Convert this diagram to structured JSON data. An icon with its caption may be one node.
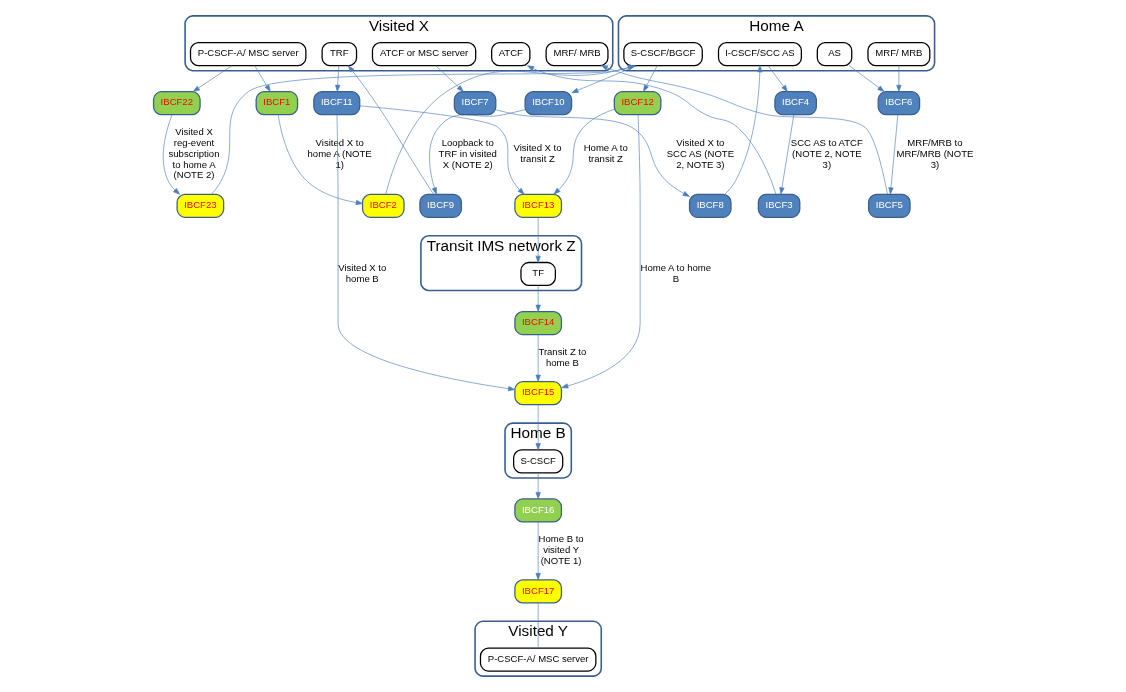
{
  "diagram": {
    "nodes": [
      {
        "text": [
          "Home A"
        ]
      },
      {
        "text": [
          "S-CSCF/BGCF"
        ],
        "in": 0
      },
      {
        "text": [
          "I-CSCF/SCC AS"
        ],
        "in": 0
      },
      {
        "text": [
          "AS"
        ],
        "in": 0
      },
      {
        "text": [
          "MRF/ MRB"
        ],
        "in": 0
      },
      {
        "text": [
          "IBCF23"
        ]
      },
      {
        "text": [
          "IBCF12"
        ]
      },
      {
        "text": [
          "IBCF2"
        ]
      },
      {
        "text": [
          "IBCF4"
        ]
      },
      {
        "text": [
          "IBCF8"
        ]
      },
      {
        "text": [
          "IBCF10"
        ]
      },
      {
        "text": [
          "IBCF6"
        ]
      },
      {
        "text": [
          "Visited X"
        ]
      },
      {
        "text": [
          "P-CSCF-A/ MSC server"
        ],
        "in": 12
      },
      {
        "text": [
          "ATCF"
        ],
        "in": 12
      },
      {
        "text": [
          "ATCF or MSC server"
        ],
        "in": 12
      },
      {
        "text": [
          "MRF/ MRB"
        ],
        "in": 12
      },
      {
        "text": [
          "TRF"
        ],
        "in": 12
      },
      {
        "text": [
          "IBCF22"
        ]
      },
      {
        "text": [
          "IBCF1"
        ]
      },
      {
        "text": [
          "IBCF3"
        ]
      },
      {
        "text": [
          "IBCF7"
        ]
      },
      {
        "text": [
          "IBCF9"
        ]
      },
      {
        "text": [
          "IBCF5"
        ]
      },
      {
        "text": [
          "IBCF11"
        ]
      },
      {
        "text": [
          "Transit IMS network Z"
        ]
      },
      {
        "text": [
          "TF"
        ],
        "in": 25
      },
      {
        "text": [
          "IBCF13"
        ]
      },
      {
        "text": [
          "IBCF14"
        ]
      },
      {
        "text": [
          "Home B"
        ]
      },
      {
        "text": [
          "S-CSCF"
        ],
        "in": 29
      },
      {
        "text": [
          "IBCF15"
        ]
      },
      {
        "text": [
          "IBCF16"
        ]
      },
      {
        "text": [
          "Visited Y"
        ]
      },
      {
        "text": [
          "P-CSCF-A/ MSC server"
        ],
        "in": 33
      },
      {
        "text": [
          "IBCF17"
        ]
      }
    ],
    "edges": [
      {
        "from": 5,
        "to": 1,
        "arrow": "to"
      },
      {
        "from": 7,
        "to": 1,
        "arrow": "to"
      },
      {
        "from": 1,
        "to": 6,
        "arrow": "to"
      },
      {
        "from": 1,
        "to": 10,
        "arrow": "to"
      },
      {
        "from": 2,
        "to": 8,
        "arrow": "to"
      },
      {
        "from": 9,
        "to": 2,
        "arrow": "to"
      },
      {
        "from": 3,
        "to": 11,
        "arrow": "to"
      },
      {
        "from": 4,
        "to": 11,
        "arrow": "to"
      },
      {
        "from": 6,
        "to": 27,
        "arrow": "to",
        "label": "Home A to transit Z"
      },
      {
        "from": 6,
        "to": 31,
        "arrow": "to",
        "label": "Home A to home B"
      },
      {
        "from": 18,
        "to": 5,
        "arrow": "to",
        "label": "Visited X reg-event subscription to home A (NOTE 2)"
      },
      {
        "from": 19,
        "to": 7,
        "arrow": "to",
        "label": "Visited X to home A (NOTE 1)"
      },
      {
        "from": 8,
        "to": 20,
        "arrow": "to",
        "label": "SCC AS to ATCF (NOTE 2, NOTE 3)"
      },
      {
        "from": 21,
        "to": 9,
        "arrow": "to",
        "label": "Visited X to SCC AS (NOTE 2, NOTE 3)"
      },
      {
        "from": 10,
        "to": 22,
        "arrow": "to",
        "label": "Loopback to TRF in visited X (NOTE 2)"
      },
      {
        "from": 11,
        "to": 23,
        "arrow": "to",
        "label": "MRF/MRB to MRF/MRB (NOTE 3)"
      },
      {
        "from": 13,
        "to": 18,
        "arrow": "to"
      },
      {
        "from": 13,
        "to": 19,
        "arrow": "to"
      },
      {
        "from": 20,
        "to": 14,
        "arrow": "to"
      },
      {
        "from": 15,
        "to": 21,
        "arrow": "to"
      },
      {
        "from": 22,
        "to": 17,
        "arrow": "to"
      },
      {
        "from": 23,
        "to": 16,
        "arrow": "to"
      },
      {
        "from": 17,
        "to": 24,
        "arrow": "to"
      },
      {
        "from": 24,
        "to": 27,
        "arrow": "to",
        "label": "Visited X to transit Z"
      },
      {
        "from": 24,
        "to": 31,
        "arrow": "to",
        "label": "Visited X to home B"
      },
      {
        "from": 27,
        "to": 26,
        "arrow": "to"
      },
      {
        "from": 26,
        "to": 28,
        "arrow": "to"
      },
      {
        "from": 28,
        "to": 31,
        "arrow": "to",
        "label": "Transit Z to home B"
      },
      {
        "from": 31,
        "to": 30,
        "arrow": "to"
      },
      {
        "from": 30,
        "to": 32,
        "arrow": "to"
      },
      {
        "from": 32,
        "to": 35,
        "arrow": "to",
        "label": "Home B to visited Y (NOTE 1)"
      },
      {
        "from": 35,
        "to": 34,
        "arrow": "none"
      }
    ]
  }
}
